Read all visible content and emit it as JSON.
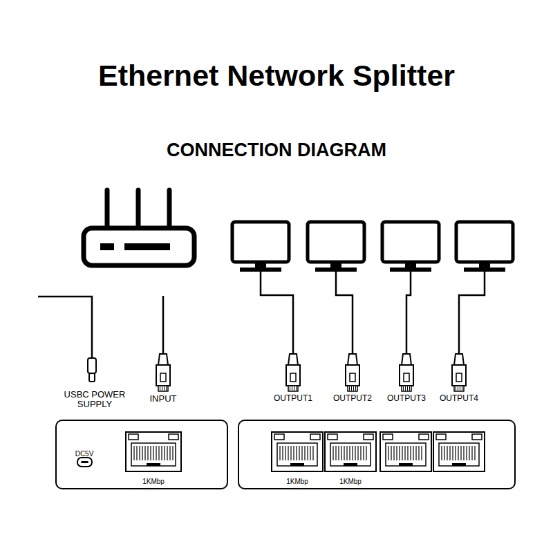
{
  "diagram": {
    "title": "Ethernet Network Splitter",
    "nodes": [
      {
        "text": [
          "DC5V",
          "1KMbp"
        ]
      },
      {
        "text": [
          "1KMbp",
          "1KMbp"
        ]
      }
    ],
    "labels": [
      "CONNECTION DIAGRAM",
      "USBC POWER SUPPLY",
      "INPUT",
      "OUTPUT1",
      "OUTPUT2",
      "OUTPUT3",
      "OUTPUT4"
    ]
  }
}
